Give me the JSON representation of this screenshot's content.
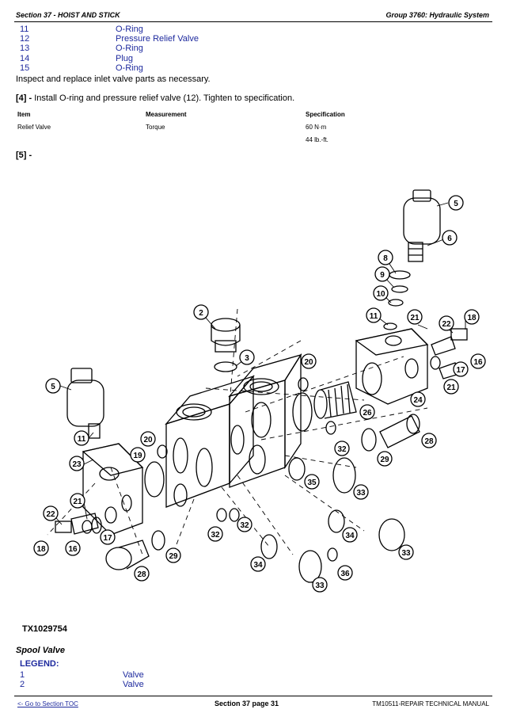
{
  "header": {
    "section": "Section 37 - HOIST AND STICK",
    "group": "Group 3760: Hydraulic System"
  },
  "parts_list": [
    {
      "num": "11",
      "name": "O-Ring"
    },
    {
      "num": "12",
      "name": "Pressure Relief Valve"
    },
    {
      "num": "13",
      "name": "O-Ring"
    },
    {
      "num": "14",
      "name": "Plug"
    },
    {
      "num": "15",
      "name": "O-Ring"
    }
  ],
  "instruction_inspect": "Inspect and replace inlet valve parts as necessary.",
  "step4": {
    "label": "[4] -",
    "text": "Install O-ring and pressure relief valve (12). Tighten to specification."
  },
  "spec_table": {
    "headers": [
      "Item",
      "Measurement",
      "Specification"
    ],
    "item": "Relief Valve",
    "measurement": "Torque",
    "spec_metric": "60 N·m",
    "spec_imperial": "44 lb.-ft."
  },
  "step5": {
    "label": "[5] -"
  },
  "figure": {
    "id": "TX1029754",
    "callouts": [
      "2",
      "3",
      "5",
      "5",
      "6",
      "8",
      "9",
      "10",
      "11",
      "11",
      "16",
      "16",
      "17",
      "17",
      "18",
      "18",
      "19",
      "20",
      "20",
      "21",
      "21",
      "21",
      "22",
      "22",
      "23",
      "24",
      "26",
      "28",
      "28",
      "29",
      "29",
      "32",
      "32",
      "32",
      "33",
      "33",
      "33",
      "33",
      "34",
      "34",
      "35",
      "36"
    ]
  },
  "caption": "Spool Valve",
  "legend": {
    "title": "LEGEND:",
    "items": [
      {
        "num": "1",
        "name": "Valve"
      },
      {
        "num": "2",
        "name": "Valve"
      }
    ]
  },
  "footer": {
    "toc_link": "<- Go to Section TOC",
    "page": "Section 37 page 31",
    "manual": "TM10511-REPAIR TECHNICAL MANUAL"
  }
}
